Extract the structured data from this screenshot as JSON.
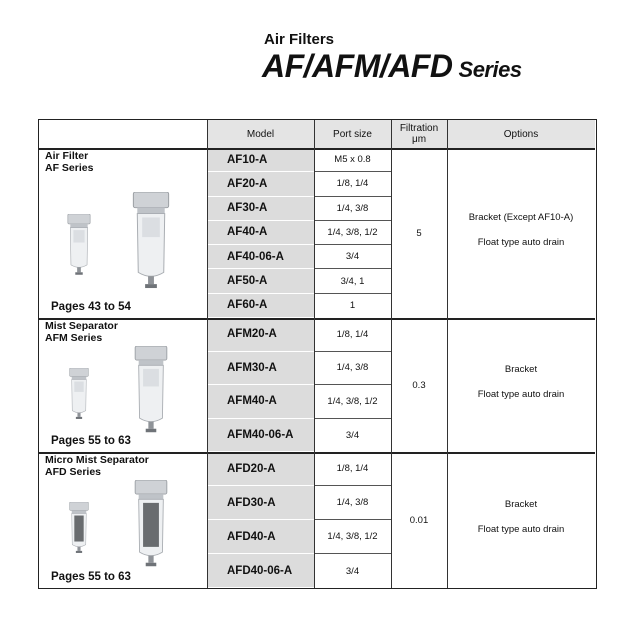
{
  "header": {
    "subtitle": "Air Filters",
    "title": "AF/AFM/AFD",
    "title_suffix": "Series"
  },
  "table": {
    "columns": [
      "Model",
      "Port size",
      "Filtration",
      "μm",
      "Options"
    ],
    "groups": [
      {
        "title_line1": "Air Filter",
        "title_line2": "AF Series",
        "pages": "Pages 43 to 54",
        "filtration": "5",
        "option1": "Bracket (Except AF10-A)",
        "option2": "Float type auto drain",
        "rows": [
          {
            "model": "AF10-A",
            "port": "M5 x 0.8"
          },
          {
            "model": "AF20-A",
            "port": "1/8, 1/4"
          },
          {
            "model": "AF30-A",
            "port": "1/4, 3/8"
          },
          {
            "model": "AF40-A",
            "port": "1/4, 3/8, 1/2"
          },
          {
            "model": "AF40-06-A",
            "port": "3/4"
          },
          {
            "model": "AF50-A",
            "port": "3/4, 1"
          },
          {
            "model": "AF60-A",
            "port": "1"
          }
        ]
      },
      {
        "title_line1": "Mist Separator",
        "title_line2": "AFM Series",
        "pages": "Pages 55 to 63",
        "filtration": "0.3",
        "option1": "Bracket",
        "option2": "Float type auto drain",
        "rows": [
          {
            "model": "AFM20-A",
            "port": "1/8, 1/4"
          },
          {
            "model": "AFM30-A",
            "port": "1/4, 3/8"
          },
          {
            "model": "AFM40-A",
            "port": "1/4, 3/8, 1/2"
          },
          {
            "model": "AFM40-06-A",
            "port": "3/4"
          }
        ]
      },
      {
        "title_line1": "Micro Mist Separator",
        "title_line2": "AFD Series",
        "pages": "Pages 55 to 63",
        "filtration": "0.01",
        "option1": "Bracket",
        "option2": "Float type auto drain",
        "rows": [
          {
            "model": "AFD20-A",
            "port": "1/8, 1/4"
          },
          {
            "model": "AFD30-A",
            "port": "1/4, 3/8"
          },
          {
            "model": "AFD40-A",
            "port": "1/4, 3/8, 1/2"
          },
          {
            "model": "AFD40-06-A",
            "port": "3/4"
          }
        ]
      }
    ]
  },
  "icons": {
    "product_image": "filter-product-photo-icon"
  }
}
